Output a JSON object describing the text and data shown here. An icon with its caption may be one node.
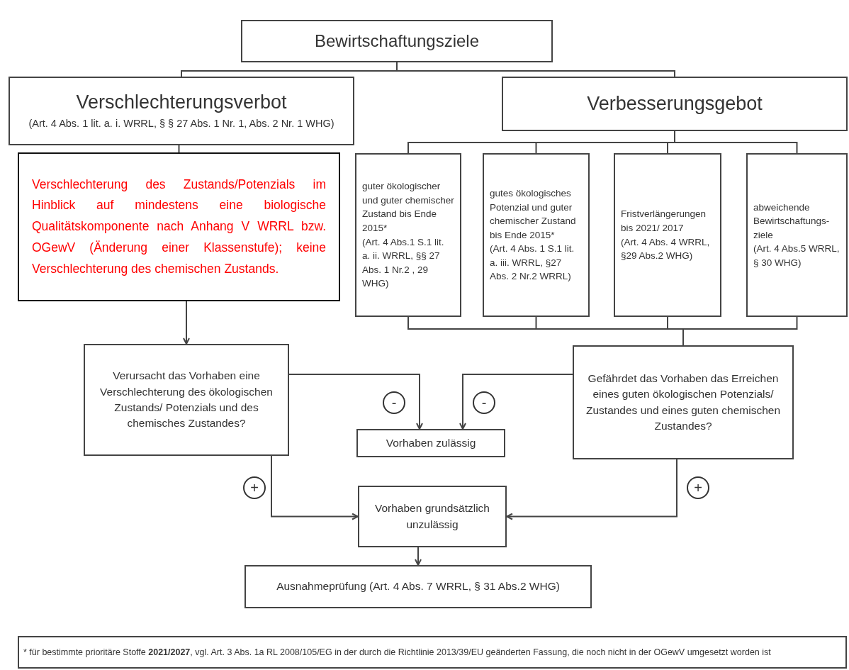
{
  "diagram": {
    "nodes": [
      {
        "text": [
          "Bewirtschaftungsziele"
        ]
      },
      {
        "text": [
          "Verschlechterungsverbot",
          "(Art. 4 Abs. 1 lit. a. i. WRRL, § § 27 Abs. 1 Nr. 1, Abs. 2 Nr. 1 WHG)"
        ]
      },
      {
        "text": [
          "Verschlechterung des Zustands/Potenzials im Hinblick auf mindestens eine biologische Qualitätskomponente nach Anhang V WRRL bzw. OGewV (Änderung einer Klassenstufe); keine Verschlechterung des chemischen Zustands."
        ]
      },
      {
        "text": [
          "Verbesserungsgebot"
        ]
      },
      {
        "text": [
          "guter ökologischer und guter chemischer Zustand bis Ende 2015*",
          "(Art. 4 Abs.1 S.1 lit. a. ii. WRRL, §§ 27 Abs. 1 Nr.2 , 29 WHG)"
        ]
      },
      {
        "text": [
          "gutes ökologisches Potenzial und guter chemischer Zustand bis Ende 2015*",
          "(Art. 4 Abs. 1 S.1 lit. a. iii. WRRL, §27 Abs. 2 Nr.2 WRRL)"
        ]
      },
      {
        "text": [
          "Fristverlängerungen bis 2021/ 2017",
          "(Art. 4 Abs. 4 WRRL, §29 Abs.2 WHG)"
        ]
      },
      {
        "text": [
          "abweichende Bewirtschaftungs-ziele",
          "(Art. 4 Abs.5 WRRL, § 30 WHG)"
        ]
      },
      {
        "text": [
          "Verursacht das Vorhaben eine Verschlechterung des ökologischen Zustands/ Potenzials und des chemisches Zustandes?"
        ]
      },
      {
        "text": [
          "Vorhaben zulässig"
        ]
      },
      {
        "text": [
          "Gefährdet das Vorhaben das Erreichen eines guten ökologischen Potenzials/ Zustandes und eines guten chemischen Zustandes?"
        ]
      },
      {
        "text": [
          "Vorhaben grundsätzlich unzulässig"
        ]
      },
      {
        "text": [
          "Ausnahmeprüfung (Art. 4 Abs. 7 WRRL, § 31 Abs.2 WHG)"
        ]
      },
      {
        "text": [
          "* für bestimmte prioritäre Stoffe **2021/2027**, vgl. Art. 3 Abs. 1a RL 2008/105/EG in der durch die Richtlinie 2013/39/EU geänderten Fassung, die noch nicht in der OGewV umgesetzt worden ist"
        ]
      }
    ],
    "edges": [
      {
        "from": 0,
        "to": 1,
        "arrow": "none"
      },
      {
        "from": 0,
        "to": 3,
        "arrow": "none"
      },
      {
        "from": 1,
        "to": 2,
        "arrow": "none"
      },
      {
        "from": 2,
        "to": 8,
        "arrow": "to"
      },
      {
        "from": 3,
        "to": 4,
        "arrow": "none"
      },
      {
        "from": 3,
        "to": 5,
        "arrow": "none"
      },
      {
        "from": 3,
        "to": 6,
        "arrow": "none"
      },
      {
        "from": 3,
        "to": 7,
        "arrow": "none"
      },
      {
        "from": 4,
        "to": 10,
        "arrow": "none"
      },
      {
        "from": 5,
        "to": 10,
        "arrow": "none"
      },
      {
        "from": 6,
        "to": 10,
        "arrow": "none"
      },
      {
        "from": 7,
        "to": 10,
        "arrow": "none"
      },
      {
        "from": 8,
        "to": 9,
        "arrow": "to",
        "label": "-"
      },
      {
        "from": 10,
        "to": 9,
        "arrow": "to",
        "label": "-"
      },
      {
        "from": 8,
        "to": 11,
        "arrow": "to",
        "label": "+"
      },
      {
        "from": 10,
        "to": 11,
        "arrow": "to",
        "label": "+"
      },
      {
        "from": 11,
        "to": 12,
        "arrow": "to"
      }
    ]
  }
}
